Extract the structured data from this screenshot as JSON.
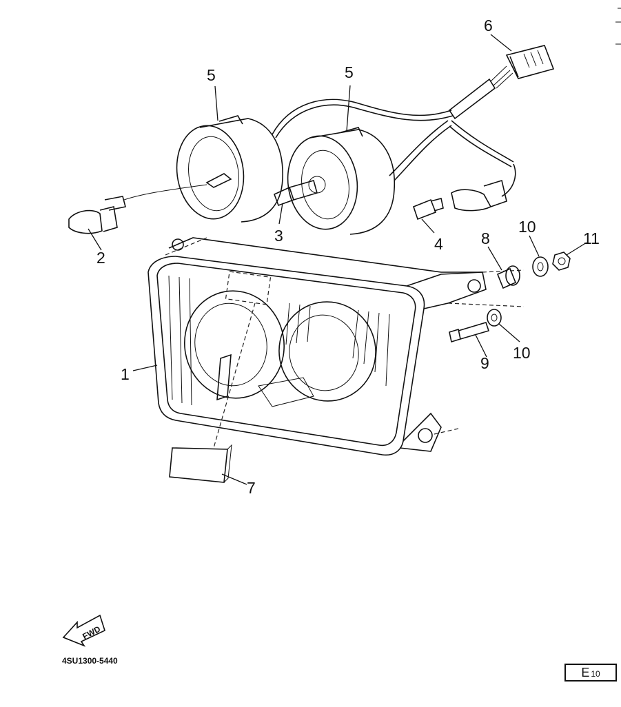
{
  "callouts": {
    "c1": "1",
    "c2": "2",
    "c3": "3",
    "c4": "4",
    "c5a": "5",
    "c5b": "5",
    "c6": "6",
    "c7": "7",
    "c8": "8",
    "c9": "9",
    "c10a": "10",
    "c10b": "10",
    "c11": "11"
  },
  "fwd_label": "FWD",
  "part_code": "4SU1300-5440",
  "page": {
    "letter": "E",
    "number": "10"
  }
}
